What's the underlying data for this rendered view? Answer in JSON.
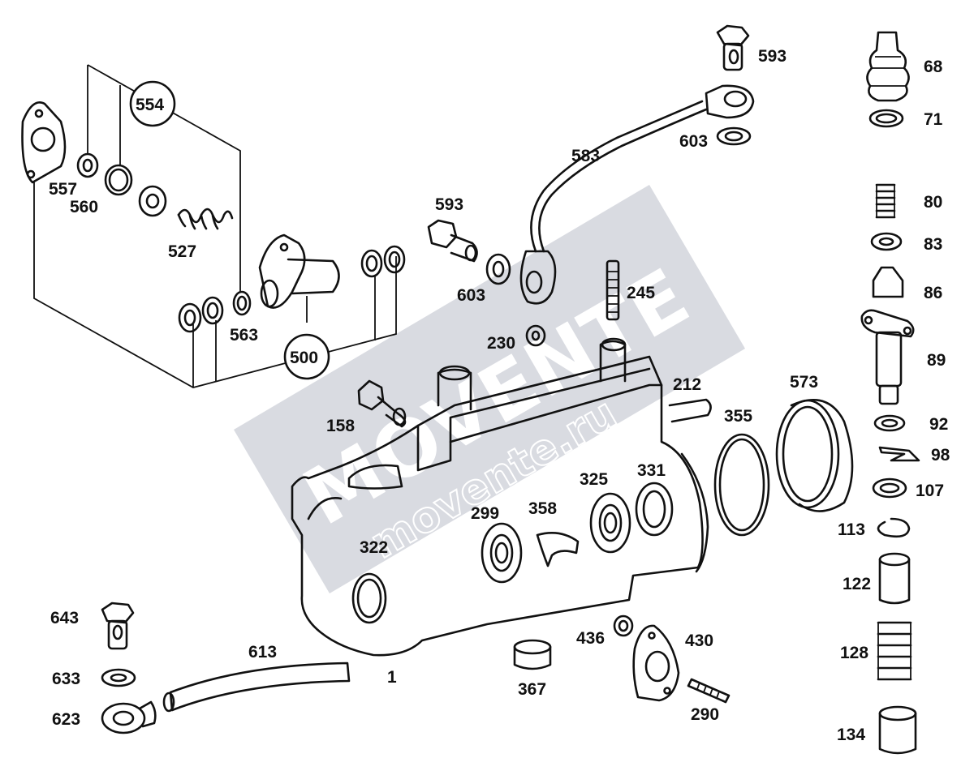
{
  "watermark": {
    "brand": "MOVENTE",
    "domain": "movente.ru"
  },
  "callouts": [
    {
      "id": "554",
      "circled": true
    },
    {
      "id": "500",
      "circled": true
    },
    {
      "id": "557"
    },
    {
      "id": "560"
    },
    {
      "id": "527"
    },
    {
      "id": "563"
    },
    {
      "id": "593"
    },
    {
      "id": "603"
    },
    {
      "id": "583"
    },
    {
      "id": "245"
    },
    {
      "id": "230"
    },
    {
      "id": "212"
    },
    {
      "id": "158"
    },
    {
      "id": "355"
    },
    {
      "id": "573"
    },
    {
      "id": "325"
    },
    {
      "id": "331"
    },
    {
      "id": "299"
    },
    {
      "id": "358"
    },
    {
      "id": "322"
    },
    {
      "id": "643"
    },
    {
      "id": "633"
    },
    {
      "id": "623"
    },
    {
      "id": "613"
    },
    {
      "id": "1"
    },
    {
      "id": "367"
    },
    {
      "id": "436"
    },
    {
      "id": "430"
    },
    {
      "id": "290"
    },
    {
      "id": "68"
    },
    {
      "id": "71"
    },
    {
      "id": "80"
    },
    {
      "id": "83"
    },
    {
      "id": "86"
    },
    {
      "id": "89"
    },
    {
      "id": "92"
    },
    {
      "id": "98"
    },
    {
      "id": "107"
    },
    {
      "id": "113"
    },
    {
      "id": "122"
    },
    {
      "id": "128"
    },
    {
      "id": "134"
    },
    {
      "id": "593"
    },
    {
      "id": "603"
    }
  ]
}
